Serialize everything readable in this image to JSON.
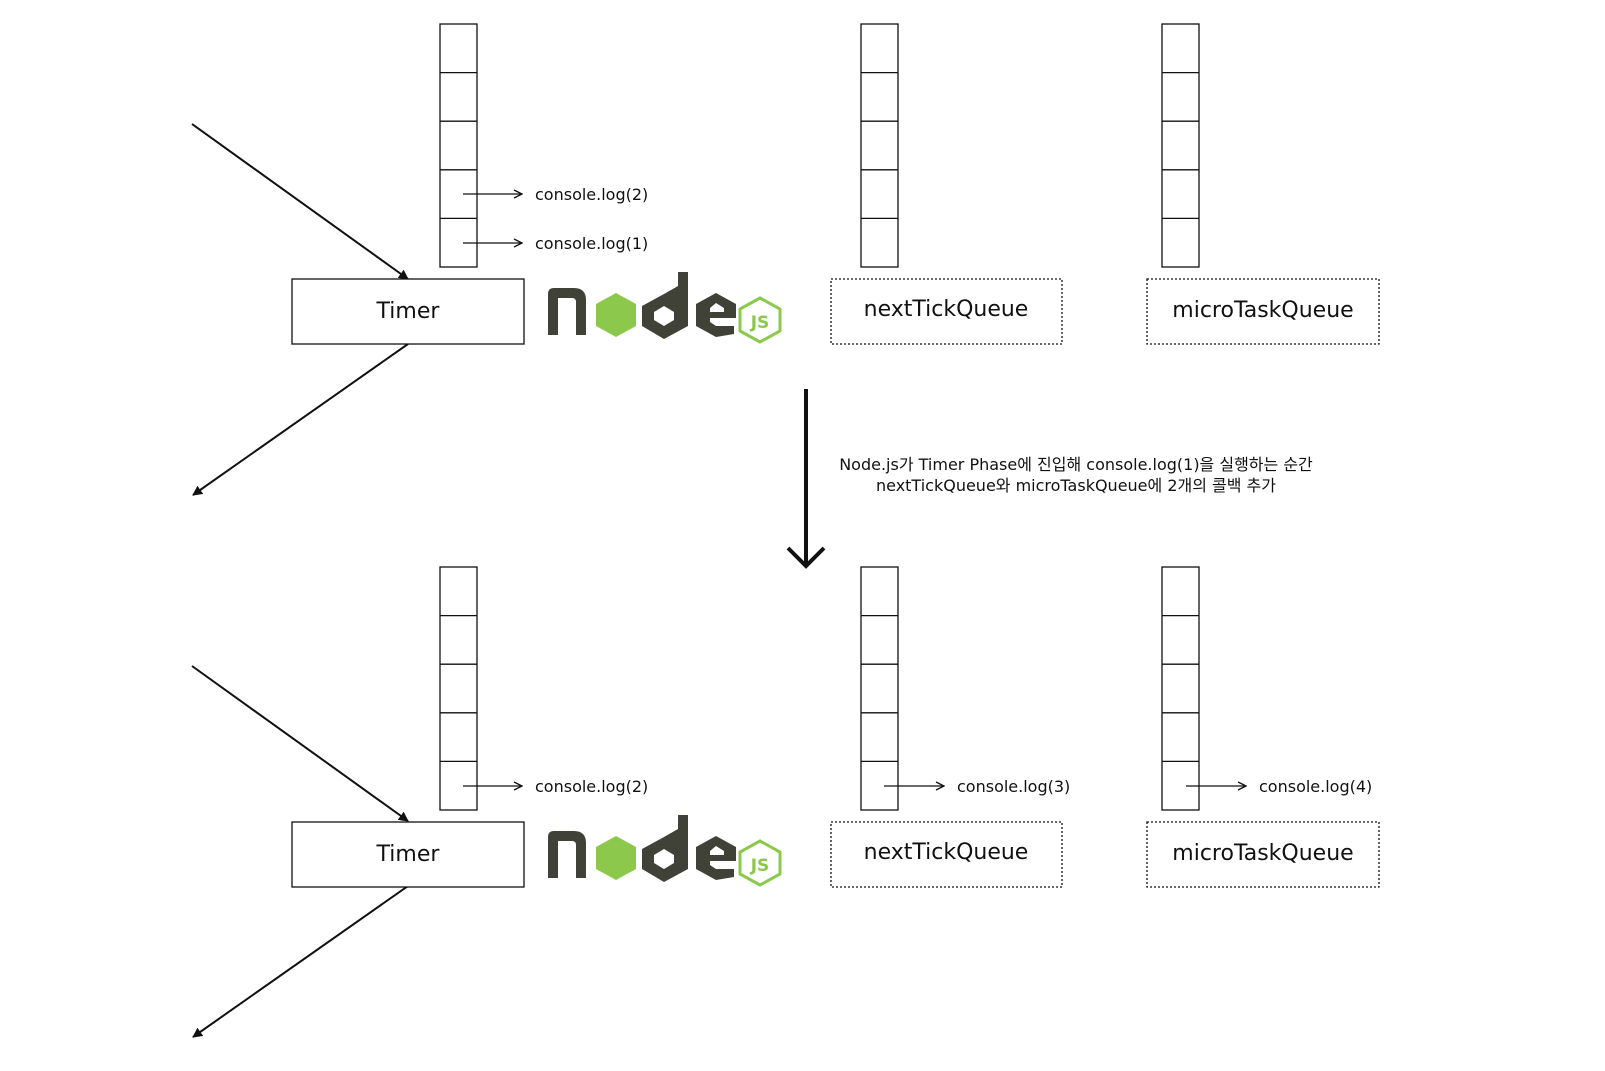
{
  "panels": [
    {
      "timer_label": "Timer",
      "next_tick_label": "nextTickQueue",
      "micro_task_label": "microTaskQueue",
      "timer_queue": [
        "console.log(2)",
        "console.log(1)"
      ],
      "next_tick_queue": [],
      "micro_task_queue": []
    },
    {
      "timer_label": "Timer",
      "next_tick_label": "nextTickQueue",
      "micro_task_label": "microTaskQueue",
      "timer_queue": [
        "console.log(2)"
      ],
      "next_tick_queue": [
        "console.log(3)"
      ],
      "micro_task_queue": [
        "console.log(4)"
      ]
    }
  ],
  "transition": {
    "line1": "Node.js가 Timer Phase에 진입해 console.log(1)을 실행하는 순간",
    "line2": "nextTickQueue와 microTaskQueue에 2개의 콜백 추가"
  },
  "logo": {
    "word": "node",
    "badge": "JS",
    "colors": {
      "dark": "#404137",
      "green": "#8cc84b"
    }
  }
}
